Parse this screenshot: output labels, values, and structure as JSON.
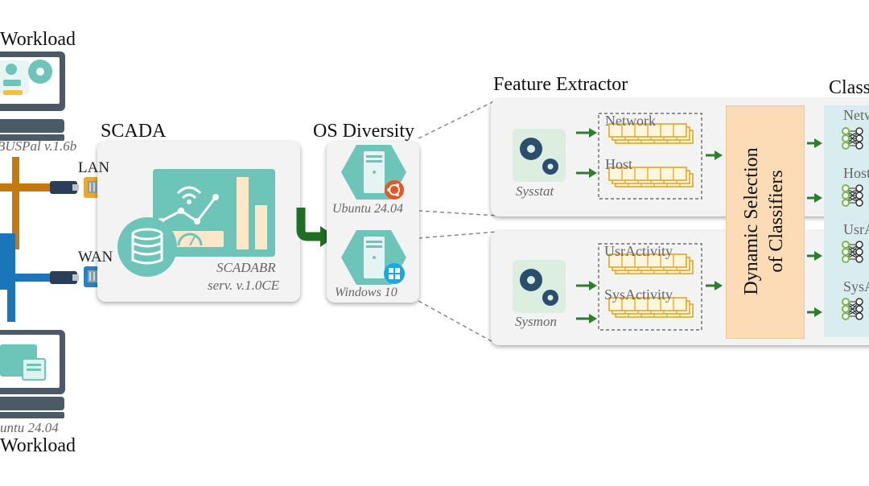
{
  "top_workload_label": "Workload",
  "bottom_workload_label": "Workload",
  "top_host_caption": "BUSPal v.1.6b",
  "bottom_host_caption": "untu 24.04",
  "lan_label": "LAN",
  "wan_label": "WAN",
  "scada": {
    "title": "SCADA",
    "caption_line1": "SCADABR",
    "caption_line2": "serv. v.1.0CE"
  },
  "os_diversity": {
    "title": "OS Diversity",
    "ubuntu_label": "Ubuntu 24.04",
    "windows_label": "Windows 10"
  },
  "feature_extractor": {
    "title": "Feature Extractor",
    "top": {
      "tool": "Sysstat",
      "groups": [
        "Network",
        "Host"
      ]
    },
    "bottom": {
      "tool": "Sysmon",
      "groups": [
        "UsrActivity",
        "SysActivity"
      ]
    }
  },
  "dynamic_selection": {
    "line1": "Dynamic Selection",
    "line2": "of Classifiers"
  },
  "classifiers": {
    "title": "Class",
    "labels": [
      "Netw",
      "Host",
      "UsrA",
      "SysA"
    ]
  },
  "colors": {
    "teal": "#6cc5b8",
    "panel_bg": "#f3f3f3",
    "feature_orange": "#e6a520",
    "dsc_fill": "#fcdcb6",
    "arrow_green": "#2e7d2e",
    "lan_brown": "#c6780c",
    "wan_blue": "#1a76b8",
    "classifier_bg": "#d9ecef"
  }
}
